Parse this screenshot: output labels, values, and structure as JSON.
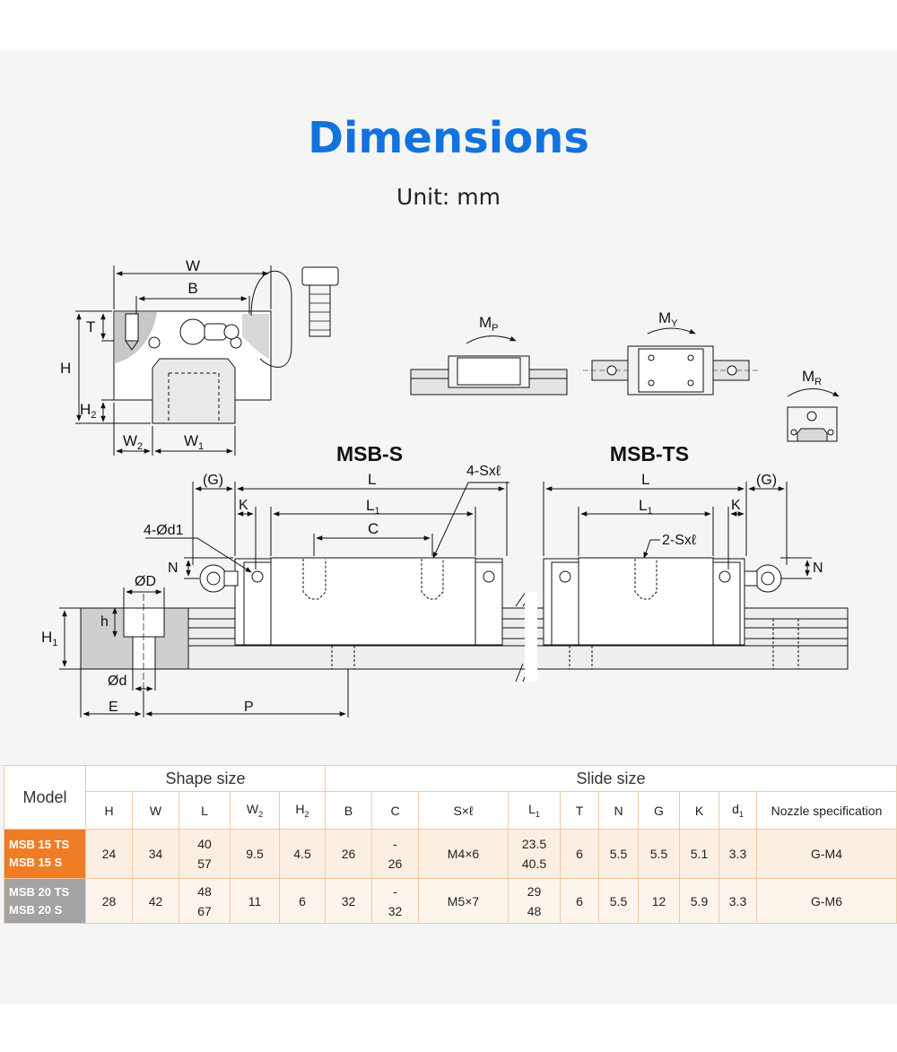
{
  "header": {
    "title": "Dimensions",
    "unit": "Unit: mm"
  },
  "diagram": {
    "labels": {
      "W": "W",
      "B": "B",
      "T": "T",
      "H": "H",
      "H2": "H",
      "H2sub": "2",
      "W2": "W",
      "W2sub": "2",
      "W1": "W",
      "W1sub": "1",
      "MP": "M",
      "MPsub": "P",
      "MY": "M",
      "MYsub": "Y",
      "MR": "M",
      "MRsub": "R",
      "msbs": "MSB-S",
      "msbts": "MSB-TS",
      "G_left": "(G)",
      "G_right": "(G)",
      "L_left": "L",
      "L_right": "L",
      "L1_left": "L",
      "L1_right": "L",
      "L1sub": "1",
      "K_left": "K",
      "K_right": "K",
      "C": "C",
      "sxl4": "4-Sxℓ",
      "sxl2": "2-Sxℓ",
      "d1": "4-Ød1",
      "N_left": "N",
      "N_right": "N",
      "OD": "ØD",
      "od": "Ød",
      "h": "h",
      "H1": "H",
      "H1sub": "1",
      "E": "E",
      "P": "P"
    }
  },
  "table": {
    "model_header": "Model",
    "shape_header": "Shape size",
    "slide_header": "Slide size",
    "columns": [
      {
        "main": "H",
        "sub": ""
      },
      {
        "main": "W",
        "sub": ""
      },
      {
        "main": "L",
        "sub": ""
      },
      {
        "main": "W",
        "sub": "2"
      },
      {
        "main": "H",
        "sub": "2"
      },
      {
        "main": "B",
        "sub": ""
      },
      {
        "main": "C",
        "sub": ""
      },
      {
        "main": "S×ℓ",
        "sub": ""
      },
      {
        "main": "L",
        "sub": "1"
      },
      {
        "main": "T",
        "sub": ""
      },
      {
        "main": "N",
        "sub": ""
      },
      {
        "main": "G",
        "sub": ""
      },
      {
        "main": "K",
        "sub": ""
      },
      {
        "main": "d",
        "sub": "1"
      },
      {
        "main": "Nozzle specification",
        "sub": ""
      }
    ],
    "rows": [
      {
        "model": [
          "MSB 15 TS",
          "MSB 15 S"
        ],
        "H": "24",
        "W": "34",
        "L": [
          "40",
          "57"
        ],
        "W2": "9.5",
        "H2": "4.5",
        "B": "26",
        "C": [
          "-",
          "26"
        ],
        "Sxl": "M4×6",
        "L1": [
          "23.5",
          "40.5"
        ],
        "T": "6",
        "N": "5.5",
        "G": "5.5",
        "K": "5.1",
        "d1": "3.3",
        "nozzle": "G-M4"
      },
      {
        "model": [
          "MSB 20 TS",
          "MSB 20 S"
        ],
        "H": "28",
        "W": "42",
        "L": [
          "48",
          "67"
        ],
        "W2": "11",
        "H2": "6",
        "B": "32",
        "C": [
          "-",
          "32"
        ],
        "Sxl": "M5×7",
        "L1": [
          "29",
          "48"
        ],
        "T": "6",
        "N": "5.5",
        "G": "12",
        "K": "5.9",
        "d1": "3.3",
        "nozzle": "G-M6"
      }
    ],
    "colors": {
      "orange": "#ef7d26",
      "gray": "#a3a3a3",
      "border": "#f2c9a4",
      "title_blue": "#1273de"
    }
  }
}
